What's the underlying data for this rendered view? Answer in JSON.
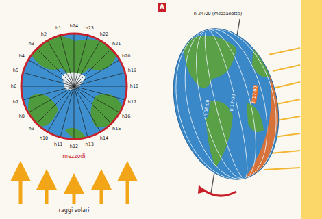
{
  "diagram": {
    "nodes": [
      {
        "text": [
          "A"
        ]
      }
    ],
    "labels": [
      "h1",
      "h2",
      "h3",
      "h4",
      "h5",
      "h6",
      "h7",
      "h8",
      "h9",
      "h10",
      "h11",
      "h12",
      "h13",
      "h14",
      "h15",
      "h16",
      "h17",
      "h18",
      "h19",
      "h20",
      "h21",
      "h22",
      "h23",
      "h24",
      "mezzodì",
      "raggi solari",
      "h 24:00 (mezzanotte)",
      "h 06:00",
      "h 12:00",
      "h 17:00"
    ]
  }
}
